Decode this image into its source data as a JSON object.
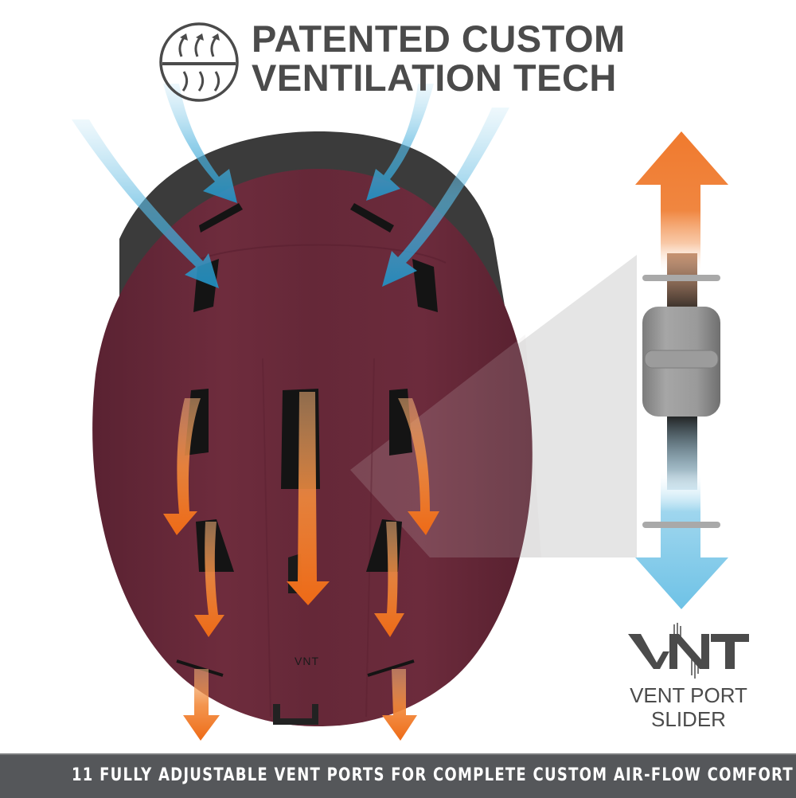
{
  "header": {
    "icon": "ventilation-airflow-icon",
    "title_line1": "PATENTED CUSTOM",
    "title_line2": "VENTILATION TECH"
  },
  "illustration": {
    "subject": "helmet-top-view",
    "helmet_color": "#6b2a3a",
    "helmet_rim_color": "#3a3a3a",
    "intake_arrow_color": "#4fb3dc",
    "exhaust_arrow_color": "#f07a2a",
    "helmet_logo": "VNT",
    "intake_arrows": 4,
    "exhaust_arrows": 7
  },
  "slider_callout": {
    "icon": "vent-port-slider-icon",
    "up_arrow_color": "#f07f34",
    "down_arrow_color": "#6cc3e6",
    "slider_color": "#8e8e8e"
  },
  "brand": {
    "logo_text": "VNT",
    "caption_line1": "VENT PORT",
    "caption_line2": "SLIDER"
  },
  "footer": {
    "text": "11 FULLY ADJUSTABLE VENT PORTS FOR COMPLETE CUSTOM AIR-FLOW COMFORT",
    "background": "#55575a"
  }
}
